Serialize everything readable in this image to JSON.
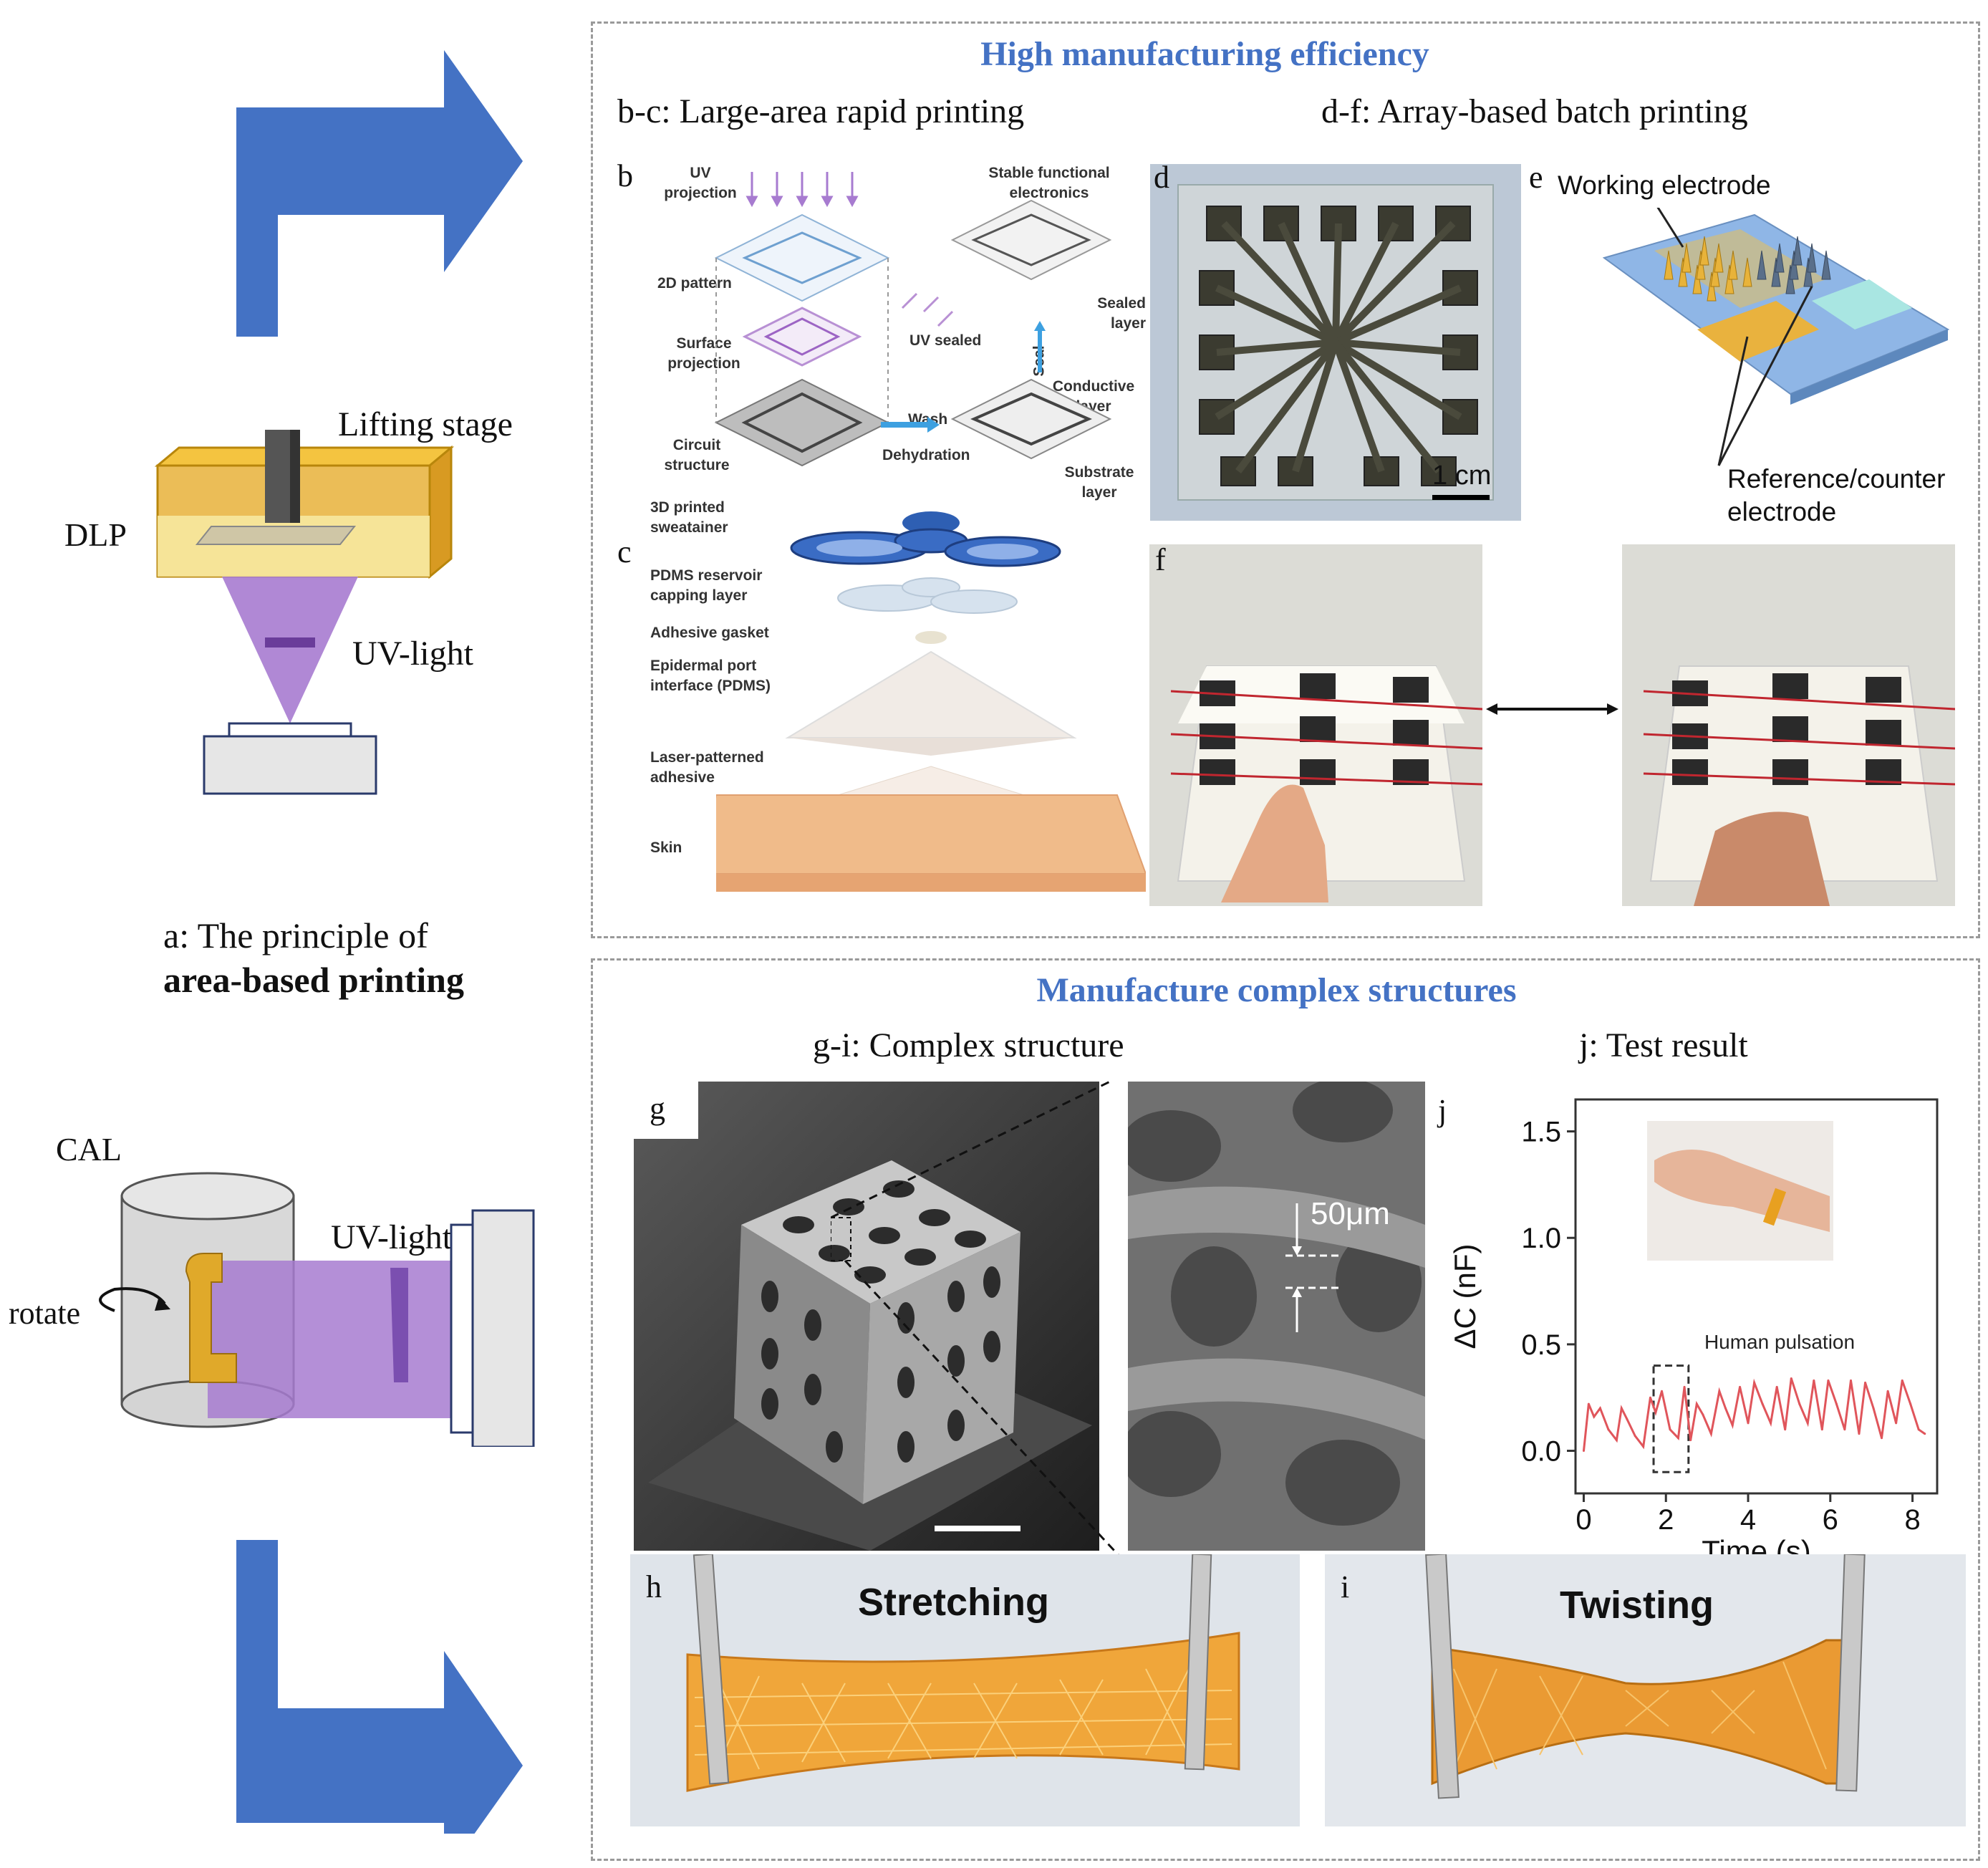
{
  "panel_a": {
    "caption_line1": "a: The principle of",
    "caption_line2": "area-based printing",
    "dlp_label": "DLP",
    "lifting_stage_label": "Lifting stage",
    "uv_light_label_top": "UV-light",
    "cal_label": "CAL",
    "uv_light_label_bottom": "UV-light",
    "rotate_label": "rotate"
  },
  "section_top": {
    "title": "High manufacturing efficiency",
    "left_subtitle": "b-c: Large-area rapid printing",
    "right_subtitle": "d-f: Array-based batch printing"
  },
  "panel_b": {
    "letter": "b",
    "uv_projection": "UV projection",
    "stable_electronics": "Stable functional electronics",
    "pattern_2d": "2D pattern",
    "surface_projection": "Surface projection",
    "circuit_structure": "Circuit structure",
    "uv_sealed": "UV sealed",
    "seal": "Seal",
    "sealed_layer": "Sealed layer",
    "conductive_layer": "Conductive layer",
    "substrate_layer": "Substrate layer",
    "wash": "Wash",
    "dehydration": "Dehydration"
  },
  "panel_c": {
    "letter": "c",
    "sweatainer": "3D printed sweatainer",
    "pdms_reservoir": "PDMS reservoir capping layer",
    "adhesive_gasket": "Adhesive gasket",
    "epidermal_port": "Epidermal port interface (PDMS)",
    "laser_adhesive": "Laser-patterned adhesive",
    "skin": "Skin"
  },
  "panel_d": {
    "letter": "d",
    "scale_bar": "1 cm"
  },
  "panel_e": {
    "letter": "e",
    "working_electrode": "Working electrode",
    "reference_counter": "Reference/counter",
    "electrode": "electrode"
  },
  "panel_f": {
    "letter": "f"
  },
  "section_bottom": {
    "title": "Manufacture complex structures",
    "left_subtitle": "g-i: Complex structure",
    "right_subtitle": "j: Test result"
  },
  "panel_g": {
    "letter": "g",
    "scale_label": "50μm"
  },
  "panel_h": {
    "letter": "h",
    "label": "Stretching"
  },
  "panel_i": {
    "letter": "i",
    "label": "Twisting"
  },
  "panel_j": {
    "letter": "j",
    "annotation": "Human pulsation"
  },
  "chart_data": {
    "type": "line",
    "xlabel": "Time (s)",
    "ylabel": "ΔC (nF)",
    "xlim": [
      -0.2,
      8.6
    ],
    "ylim": [
      -0.2,
      1.65
    ],
    "xticks": [
      0,
      2,
      4,
      6,
      8
    ],
    "yticks": [
      0.0,
      0.5,
      1.0,
      1.5
    ],
    "ytick_labels": [
      "0.0",
      "0.5",
      "1.0",
      "1.5"
    ],
    "series": [
      {
        "color": "#e0555b",
        "x": [
          0,
          0.12,
          0.25,
          0.4,
          0.6,
          0.8,
          0.92,
          1.05,
          1.25,
          1.45,
          1.62,
          1.75,
          1.9,
          2.1,
          2.3,
          2.45,
          2.6,
          2.75,
          2.9,
          3.1,
          3.3,
          3.45,
          3.62,
          3.8,
          4.0,
          4.15,
          4.35,
          4.55,
          4.7,
          4.9,
          5.05,
          5.25,
          5.45,
          5.6,
          5.8,
          5.95,
          6.15,
          6.35,
          6.5,
          6.7,
          6.85,
          7.05,
          7.25,
          7.4,
          7.6,
          7.75,
          7.95,
          8.15,
          8.3
        ],
        "y": [
          0.0,
          0.22,
          0.16,
          0.2,
          0.1,
          0.05,
          0.2,
          0.15,
          0.07,
          0.02,
          0.25,
          0.18,
          0.28,
          0.1,
          0.06,
          0.3,
          0.05,
          0.22,
          0.17,
          0.08,
          0.28,
          0.2,
          0.12,
          0.3,
          0.13,
          0.32,
          0.22,
          0.13,
          0.3,
          0.1,
          0.34,
          0.22,
          0.13,
          0.33,
          0.1,
          0.33,
          0.22,
          0.1,
          0.33,
          0.08,
          0.32,
          0.2,
          0.06,
          0.28,
          0.13,
          0.33,
          0.22,
          0.1,
          0.08
        ]
      }
    ],
    "highlight_box_x": [
      1.7,
      2.55
    ]
  },
  "colors": {
    "section_title": "#4472c4",
    "big_arrow": "#4472c4",
    "uv_purple": "#a77bd0",
    "dlp_yellow": "#e8b23a"
  }
}
